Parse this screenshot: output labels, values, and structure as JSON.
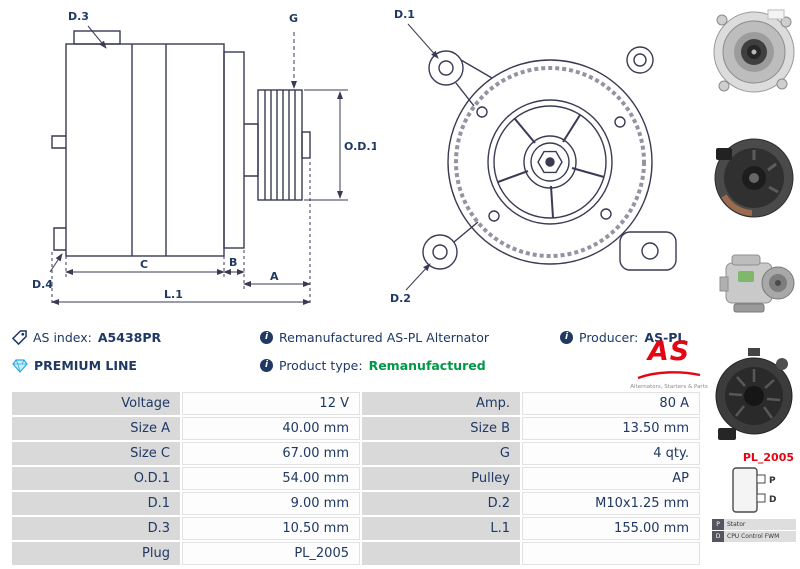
{
  "header": {
    "as_index_label": "AS index:",
    "as_index_value": "A5438PR",
    "description": "Remanufactured AS-PL Alternator",
    "producer_label": "Producer:",
    "producer_value": "AS-PL",
    "premium_line_label": "PREMIUM LINE",
    "product_type_label": "Product type:",
    "product_type_value": "Remanufactured",
    "logo": {
      "text": "AS",
      "tagline": "Alternators, Starters & Parts"
    }
  },
  "diagram": {
    "side_labels": {
      "d3": "D.3",
      "d4": "D.4",
      "g": "G",
      "od1": "O.D.1",
      "a": "A",
      "b": "B",
      "c": "C",
      "l1": "L.1"
    },
    "front_labels": {
      "d1": "D.1",
      "d2": "D.2"
    }
  },
  "specs": {
    "rows": [
      {
        "l1": "Voltage",
        "v1": "12 V",
        "l2": "Amp.",
        "v2": "80 A"
      },
      {
        "l1": "Size A",
        "v1": "40.00 mm",
        "l2": "Size B",
        "v2": "13.50 mm"
      },
      {
        "l1": "Size C",
        "v1": "67.00 mm",
        "l2": "G",
        "v2": "4 qty."
      },
      {
        "l1": "O.D.1",
        "v1": "54.00 mm",
        "l2": "Pulley",
        "v2": "AP"
      },
      {
        "l1": "D.1",
        "v1": "9.00 mm",
        "l2": "D.2",
        "v2": "M10x1.25 mm"
      },
      {
        "l1": "D.3",
        "v1": "10.50 mm",
        "l2": "L.1",
        "v2": "155.00 mm"
      },
      {
        "l1": "Plug",
        "v1": "PL_2005",
        "l2": "",
        "v2": ""
      }
    ]
  },
  "plug": {
    "code": "PL_2005",
    "pins": {
      "p": "P",
      "d": "D"
    },
    "legend": [
      {
        "key": "P",
        "label": "Stator"
      },
      {
        "key": "D",
        "label": "CPU Control FWM"
      }
    ]
  },
  "colors": {
    "navy": "#1f3864",
    "green": "#009846",
    "red": "#e30613",
    "cyan": "#29abe2",
    "cell_gray": "#d9d9d9"
  }
}
